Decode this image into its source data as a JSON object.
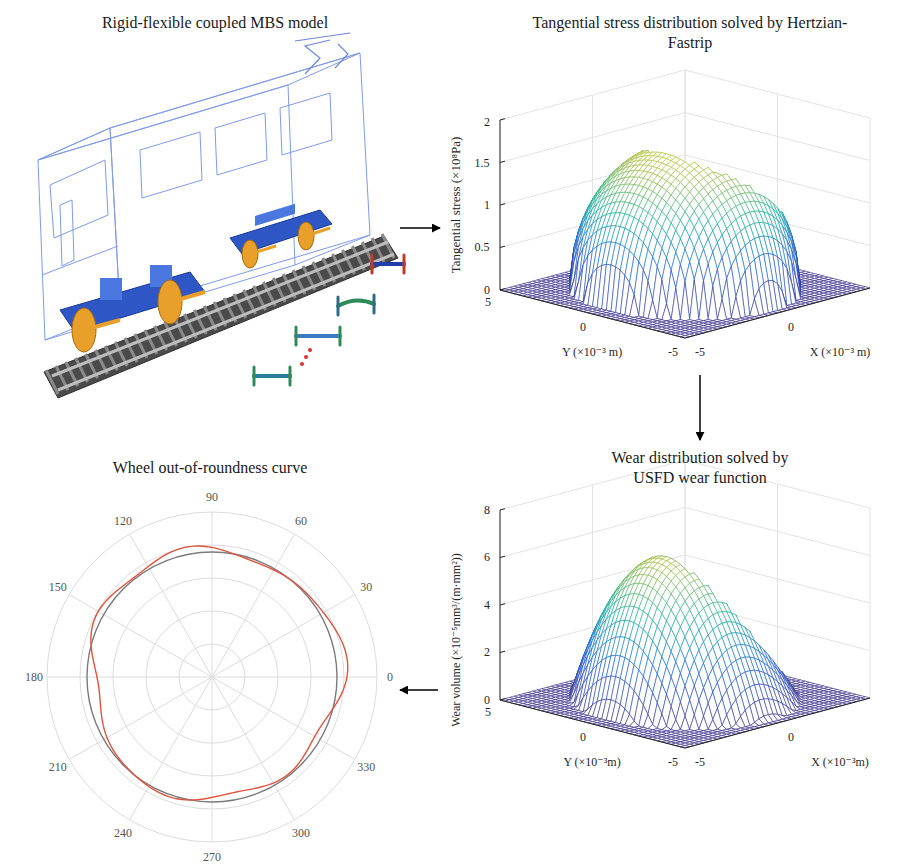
{
  "diagram": {
    "nodes": [
      {
        "text": [
          "Rigid-flexible coupled MBS model"
        ]
      },
      {
        "text": [
          "Tangential stress distribution solved by Hertzian-Fastrip"
        ]
      },
      {
        "text": [
          "Wear distribution solved by USFD wear function"
        ]
      },
      {
        "text": [
          "Wheel out-of-roundness curve"
        ]
      }
    ],
    "edges": [
      {
        "from": 0,
        "to": 1,
        "arrow": "to"
      },
      {
        "from": 1,
        "to": 2,
        "arrow": "to"
      },
      {
        "from": 2,
        "to": 3,
        "arrow": "to"
      }
    ],
    "labels": [
      "2",
      "1.5",
      "1",
      "0.5",
      "0",
      "Tangential stress (×10⁸Pa)",
      "5",
      "0",
      "Y (×10⁻³ m)",
      "-5",
      "-5",
      "0",
      "X (×10⁻³ m)",
      "8",
      "6",
      "4",
      "2",
      "0",
      "Wear volume (×10⁻⁵mm³/(m·mm²))",
      "5",
      "0",
      "Y (×10⁻³m)",
      "-5",
      "-5",
      "0",
      "X (×10⁻³m)",
      "90",
      "60",
      "30",
      "0",
      "330",
      "300",
      "270",
      "240",
      "210",
      "180",
      "150",
      "120"
    ]
  }
}
